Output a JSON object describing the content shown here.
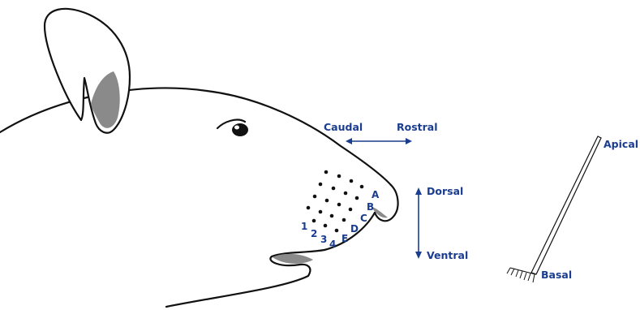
{
  "orientation": {
    "caudal": "Caudal",
    "rostral": "Rostral",
    "dorsal": "Dorsal",
    "ventral": "Ventral"
  },
  "whisker_rows": [
    "A",
    "B",
    "C",
    "D",
    "E"
  ],
  "whisker_arcs": [
    "1",
    "2",
    "3",
    "4"
  ],
  "whisker": {
    "apical": "Apical",
    "basal": "Basal"
  },
  "colors": {
    "outline": "#111111",
    "label": "#1a3d8f",
    "shade": "#8a8a8a"
  }
}
